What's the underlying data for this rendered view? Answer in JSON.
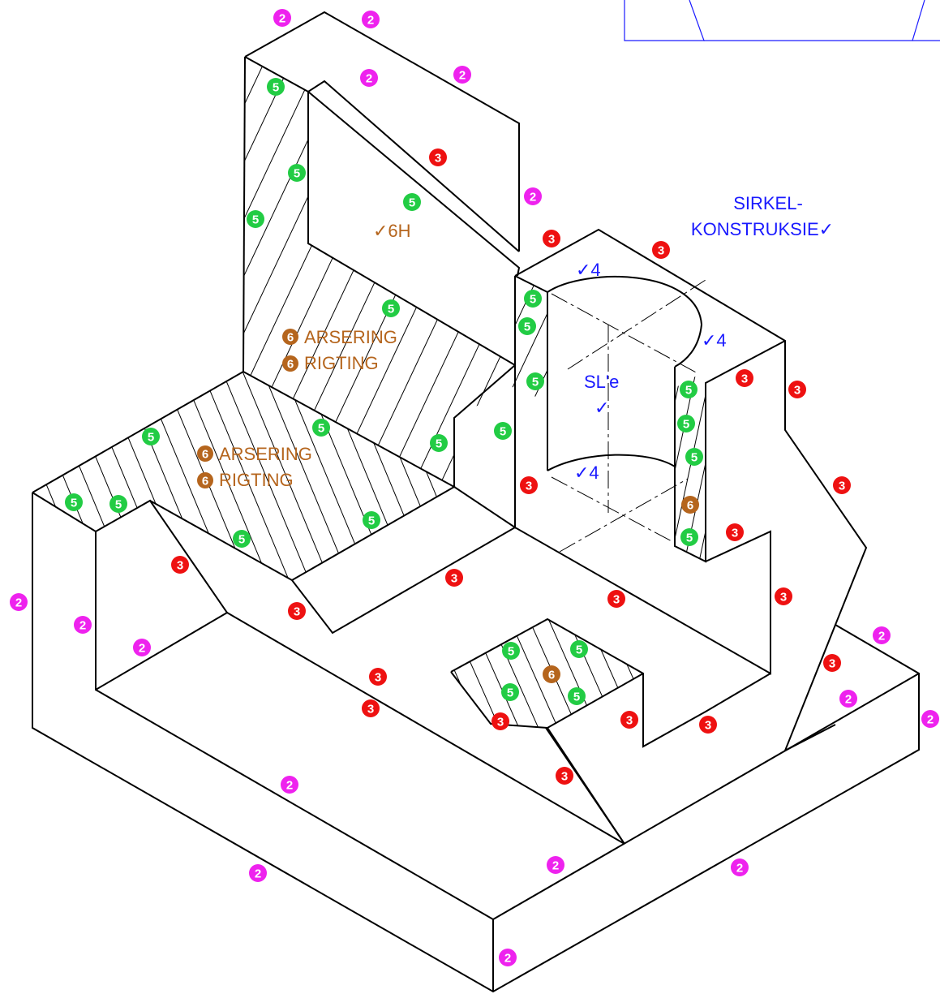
{
  "colors": {
    "magenta": "#ee22ee",
    "red": "#ee1111",
    "green": "#22cc44",
    "brown": "#b5651d",
    "annotation_blue": "#1a1aff",
    "annotation_brown": "#b5651d"
  },
  "labels": {
    "circle_construction_line1": "SIRKEL-",
    "circle_construction_line2": "KONSTRUKSIE✓",
    "check_4_top": "✓4",
    "check_4_right": "✓4",
    "check_4_bottom": "✓4",
    "slot_sle": "SL'e",
    "slot_check": "✓",
    "check_6h": "✓6H",
    "hatch_upper_line1": "ARSERING",
    "hatch_upper_line2": "RIGTING",
    "hatch_lower_line1": "ARSERING",
    "hatch_lower_line2": "RIGTING"
  },
  "badges": {
    "magenta": "2",
    "red": "3",
    "green": "5",
    "brown": "6"
  }
}
